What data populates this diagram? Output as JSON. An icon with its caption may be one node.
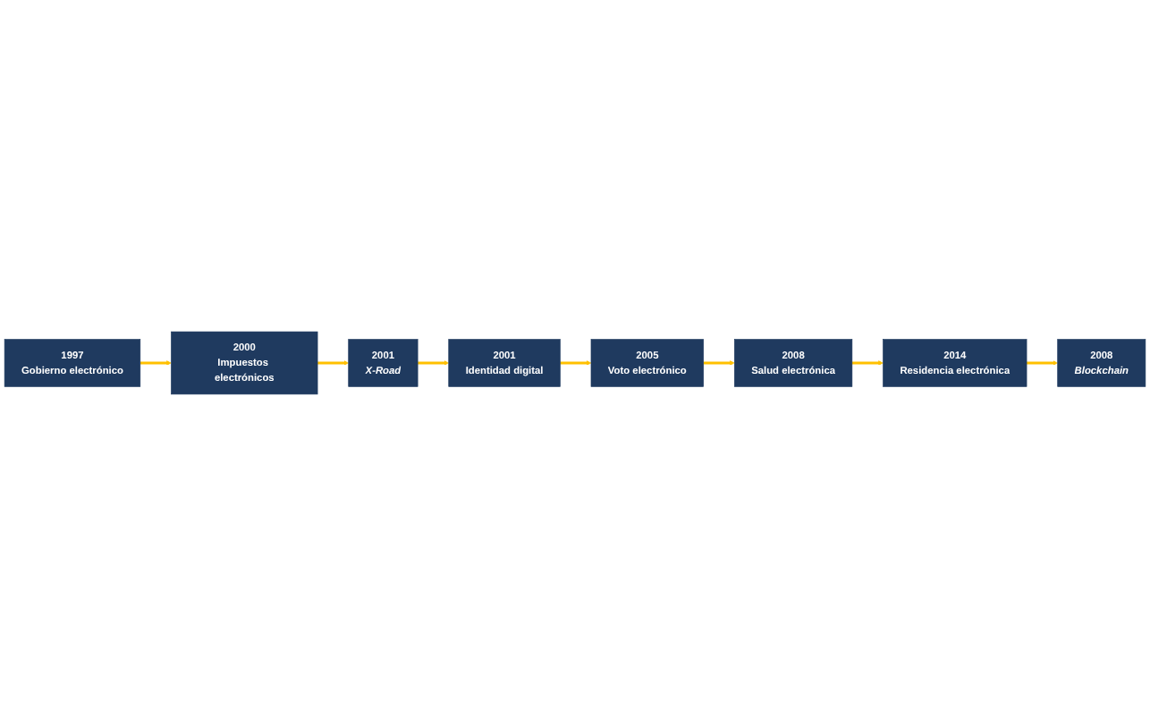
{
  "diagram": {
    "nodes": [
      {
        "text": [
          "1997",
          "Gobierno electrónico"
        ]
      },
      {
        "text": [
          "2000",
          "Impuestos electrónicos"
        ]
      },
      {
        "text": [
          "2001",
          "X-Road"
        ]
      },
      {
        "text": [
          "2001",
          "Identidad digital"
        ]
      },
      {
        "text": [
          "2005",
          "Voto electrónico"
        ]
      },
      {
        "text": [
          "2008",
          "Salud electrónica"
        ]
      },
      {
        "text": [
          "2014",
          "Residencia electrónica"
        ]
      },
      {
        "text": [
          "2008",
          "Blockchain"
        ]
      }
    ],
    "edges": [
      {
        "from": 0,
        "to": 1,
        "arrow": "to"
      },
      {
        "from": 1,
        "to": 2,
        "arrow": "to"
      },
      {
        "from": 2,
        "to": 3,
        "arrow": "to"
      },
      {
        "from": 3,
        "to": 4,
        "arrow": "to"
      },
      {
        "from": 4,
        "to": 5,
        "arrow": "to"
      },
      {
        "from": 5,
        "to": 6,
        "arrow": "to"
      },
      {
        "from": 6,
        "to": 7,
        "arrow": "to"
      }
    ]
  }
}
